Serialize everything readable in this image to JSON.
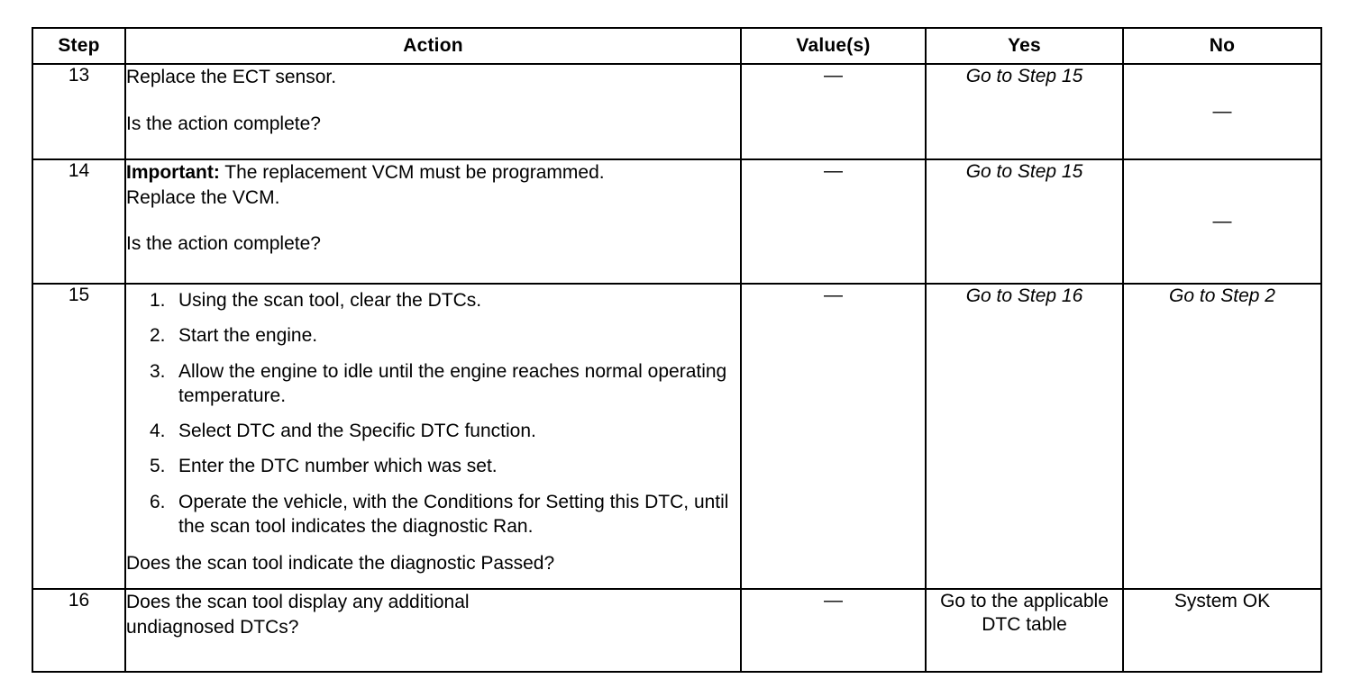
{
  "table": {
    "headers": {
      "step": "Step",
      "action": "Action",
      "value": "Value(s)",
      "yes": "Yes",
      "no": "No"
    },
    "dash": "—",
    "rows": [
      {
        "step": "13",
        "action": {
          "lines": [
            {
              "text": "Replace the ECT sensor."
            },
            {
              "text": "Is the action complete?",
              "spacer_above": true
            }
          ]
        },
        "value": "—",
        "yes": "Go to Step 15",
        "yes_italic": true,
        "no": "—",
        "no_italic": false
      },
      {
        "step": "14",
        "action": {
          "lines": [
            {
              "lead": "Important:",
              "text": " The replacement VCM must be programmed."
            },
            {
              "text": "Replace the VCM."
            },
            {
              "text": "Is the action complete?",
              "spacer_above": true
            }
          ]
        },
        "value": "—",
        "yes": "Go to Step 15",
        "yes_italic": true,
        "no": "—",
        "no_italic": false
      },
      {
        "step": "15",
        "action": {
          "numbered": [
            {
              "num": "1.",
              "text": "Using the scan tool, clear the DTCs."
            },
            {
              "num": "2.",
              "text": "Start the engine."
            },
            {
              "num": "3.",
              "text": "Allow the engine to idle until the engine reaches normal operating temperature."
            },
            {
              "num": "4.",
              "text": "Select DTC and the Specific DTC function."
            },
            {
              "num": "5.",
              "text": "Enter the DTC number which was set."
            },
            {
              "num": "6.",
              "text": "Operate the vehicle, with the Conditions for Setting this DTC, until the scan tool indicates the diagnostic Ran."
            }
          ],
          "trailing": "Does the scan tool indicate the diagnostic Passed?"
        },
        "value": "—",
        "yes": "Go to Step 16",
        "yes_italic": true,
        "no": "Go to Step 2",
        "no_italic": true
      },
      {
        "step": "16",
        "action": {
          "lines": [
            {
              "text": "Does the scan tool display any additional"
            },
            {
              "text": "undiagnosed DTCs?"
            }
          ]
        },
        "value": "—",
        "yes": "Go to the applicable DTC table",
        "yes_italic": false,
        "no": "System OK",
        "no_italic": false
      }
    ]
  },
  "colors": {
    "ink": "#000000",
    "paper": "#ffffff"
  }
}
